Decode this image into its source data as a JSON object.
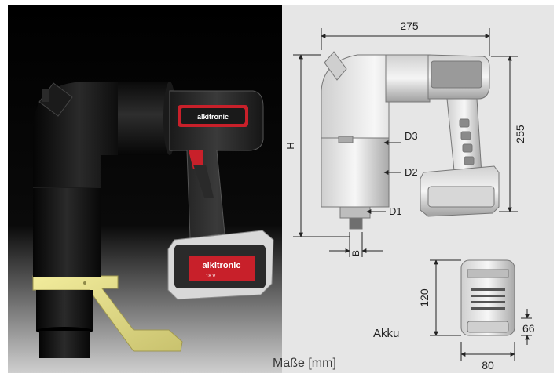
{
  "photo": {
    "brand": "alkitronic",
    "battery_voltage": "18 V"
  },
  "drawing": {
    "dimensions": {
      "overall_width": "275",
      "overall_height": "255",
      "height_h": "H",
      "diameter_d1": "D1",
      "diameter_d2": "D2",
      "diameter_d3": "D3",
      "drive_b": "B"
    },
    "battery": {
      "label": "Akku",
      "height": "120",
      "width": "80",
      "depth": "66"
    },
    "units_label": "Maße [mm]"
  },
  "colors": {
    "brand_red": "#c8202a",
    "reaction_arm": "#e2dc86",
    "drawing_bg": "#e6e6e6"
  }
}
